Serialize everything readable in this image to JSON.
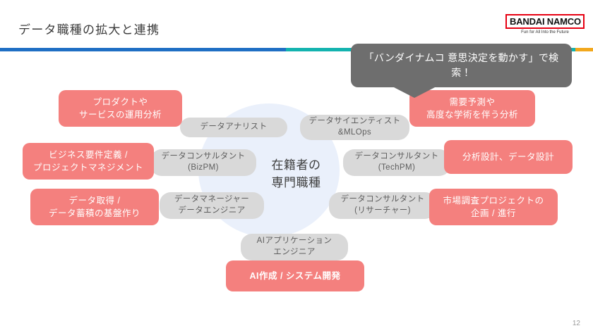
{
  "slide": {
    "title": "データ職種の拡大と連携",
    "page_number": "12"
  },
  "logo": {
    "wordmark": "BANDAI NAMCO",
    "tagline": "Fun for All Into the Future",
    "border_color": "#e60012"
  },
  "callout": {
    "text": "「バンダイナムコ 意思決定を動かす」で検索！",
    "background_color": "#6e6e6e"
  },
  "center": {
    "label": "在籍者の\n専門職種",
    "ellipse_color": "#eaf0fb"
  },
  "colors": {
    "skill_pink": "#f4807e",
    "role_gray": "#d9d9d9",
    "divider_blue": "#1f6fc4",
    "divider_teal": "#13b3af",
    "divider_orange": "#f2a81d"
  },
  "roles": [
    {
      "name": "data-analyst",
      "label": "データアナリスト"
    },
    {
      "name": "data-scientist-mlops",
      "label": "データサイエンティスト\n&MLOps"
    },
    {
      "name": "data-consultant-bizpm",
      "label": "データコンサルタント\n(BizPM)"
    },
    {
      "name": "data-consultant-techpm",
      "label": "データコンサルタント\n(TechPM)"
    },
    {
      "name": "data-manager-engineer",
      "label": "データマネージャー\nデータエンジニア"
    },
    {
      "name": "data-consultant-researcher",
      "label": "データコンサルタント\n(リサーチャー)"
    },
    {
      "name": "ai-application-engineer",
      "label": "AIアプリケーション\nエンジニア"
    }
  ],
  "skills": [
    {
      "name": "product-service-ops-analysis",
      "label": "プロダクトや\nサービスの運用分析"
    },
    {
      "name": "demand-forecast-academic-analysis",
      "label": "需要予測や\n高度な学術を伴う分析"
    },
    {
      "name": "business-requirements-project-management",
      "label": "ビジネス要件定義 /\nプロジェクトマネジメント"
    },
    {
      "name": "analysis-design-data-design",
      "label": "分析設計、データ設計"
    },
    {
      "name": "data-acquisition-storage-foundation",
      "label": "データ取得 /\nデータ蓄積の基盤作り"
    },
    {
      "name": "market-research-project-planning",
      "label": "市場調査プロジェクトの\n企画 / 進行"
    },
    {
      "name": "ai-creation-system-development",
      "label": "AI作成 / システム開発"
    }
  ]
}
